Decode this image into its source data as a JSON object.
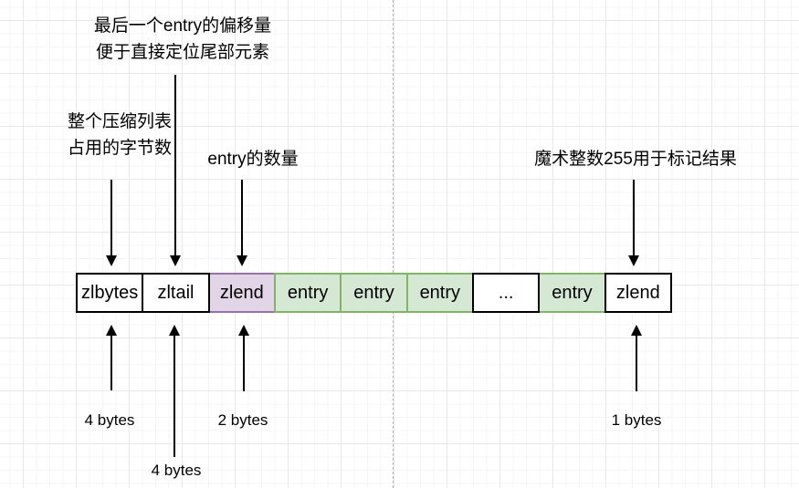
{
  "diagram_topic": "ziplist structure",
  "notes": {
    "zltail_offset": {
      "line1": "最后一个entry的偏移量",
      "line2": "便于直接定位尾部元素"
    },
    "zlbytes_total": {
      "line1": "整个压缩列表",
      "line2": "占用的字节数"
    },
    "entry_count": {
      "text": "entry的数量"
    },
    "magic_end": {
      "text": "魔术整数255用于标记结果"
    }
  },
  "sizes": {
    "zlbytes": "4 bytes",
    "zltail": "4 bytes",
    "zllen": "2 bytes",
    "zlend": "1 bytes"
  },
  "row": {
    "cells": [
      {
        "label": "zlbytes",
        "type": "plain"
      },
      {
        "label": "zltail",
        "type": "plain"
      },
      {
        "label": "zlend",
        "type": "purple"
      },
      {
        "label": "entry",
        "type": "green"
      },
      {
        "label": "entry",
        "type": "green"
      },
      {
        "label": "entry",
        "type": "green"
      },
      {
        "label": "...",
        "type": "plain"
      },
      {
        "label": "entry",
        "type": "green"
      },
      {
        "label": "zlend",
        "type": "plain"
      }
    ],
    "types": {
      "plain": {
        "fill": "#ffffff",
        "stroke": "#000000"
      },
      "purple": {
        "fill": "#e1d5e7",
        "stroke": "#9673a6"
      },
      "green": {
        "fill": "#d5e8d4",
        "stroke": "#82b366"
      }
    }
  },
  "colors": {
    "arrow": "#000000",
    "text": "#000000",
    "grid_minor": "#f5f5f5",
    "grid_major": "#e8e8e8",
    "page_boundary": "#b5b5b5"
  }
}
